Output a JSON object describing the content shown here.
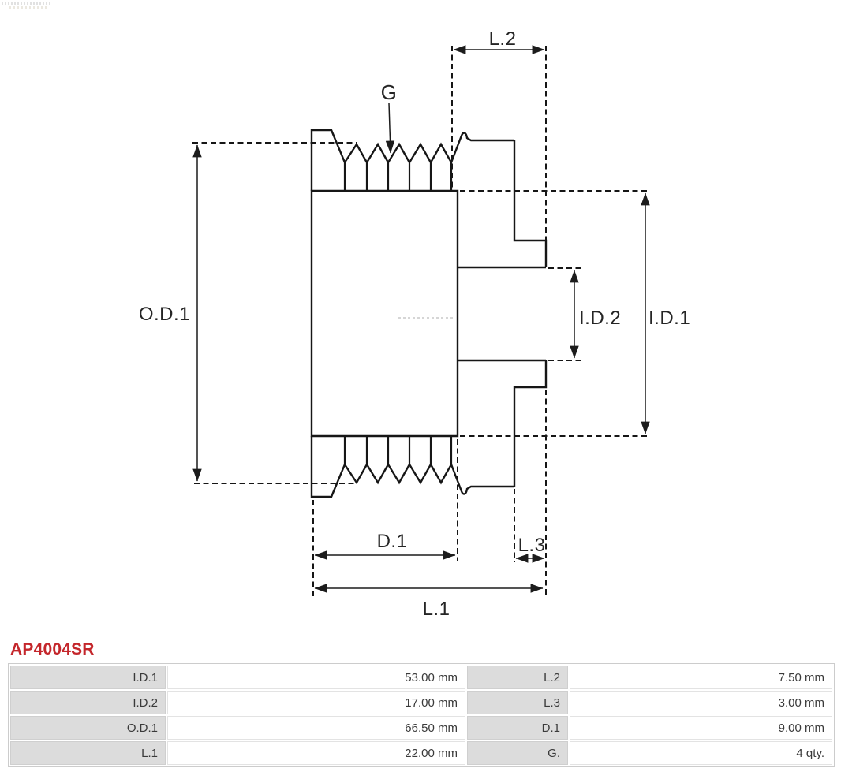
{
  "part": {
    "number": "AP4004SR"
  },
  "diagram": {
    "type": "pulley-cross-section-technical-drawing",
    "labels": {
      "g": "G",
      "l2": "L.2",
      "od1": "O.D.1",
      "id2": "I.D.2",
      "id1": "I.D.1",
      "d1": "D.1",
      "l3": "L.3",
      "l1": "L.1"
    }
  },
  "spec_table": {
    "rows": [
      {
        "label_left": "I.D.1",
        "value_left": "53.00 mm",
        "label_right": "L.2",
        "value_right": "7.50 mm"
      },
      {
        "label_left": "I.D.2",
        "value_left": "17.00 mm",
        "label_right": "L.3",
        "value_right": "3.00 mm"
      },
      {
        "label_left": "O.D.1",
        "value_left": "66.50 mm",
        "label_right": "D.1",
        "value_right": "9.00 mm"
      },
      {
        "label_left": "L.1",
        "value_left": "22.00 mm",
        "label_right": "G.",
        "value_right": "4 qty."
      }
    ]
  },
  "colors": {
    "part_number_red": "#c4262b",
    "drawing_line": "#161616",
    "table_label_bg": "#dcdcdc",
    "table_border": "#cccccc",
    "centerline_gray": "#c9c9c9"
  }
}
